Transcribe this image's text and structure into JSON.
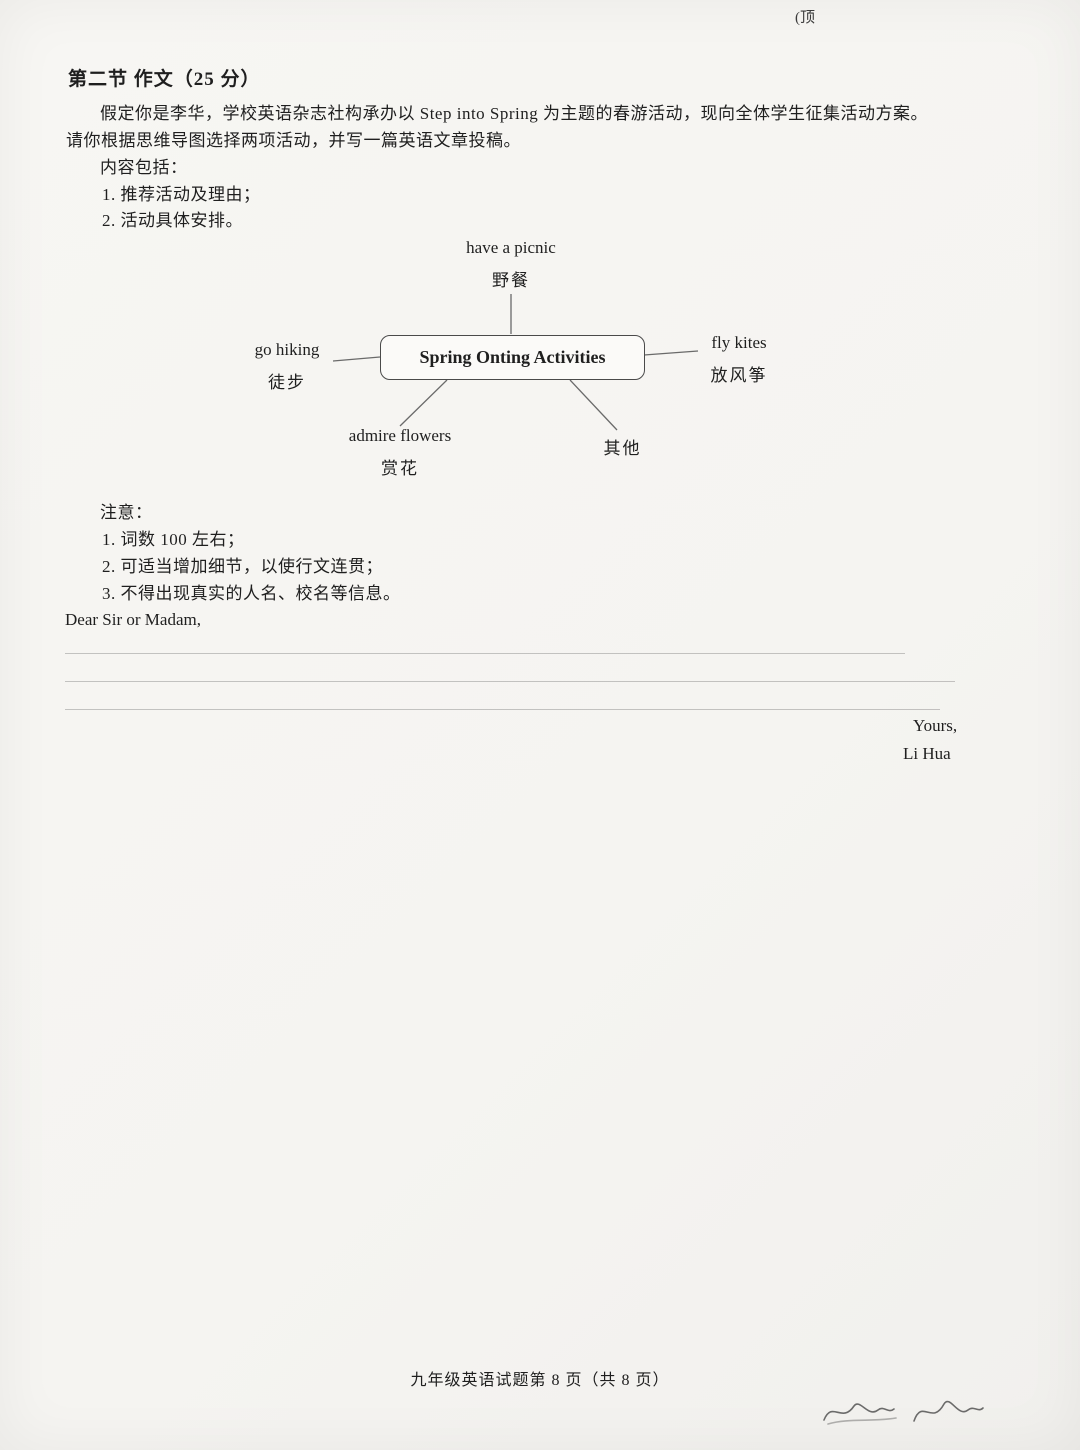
{
  "page": {
    "corner_note": "(顶",
    "footer": "九年级英语试题第 8 页（共 8 页）"
  },
  "task": {
    "heading": "第二节 作文（25 分）",
    "intro_line1": "假定你是李华，学校英语杂志社构承办以 Step into Spring 为主题的春游活动，现向全体学生征集活动方案。",
    "intro_line2": "请你根据思维导图选择两项活动，并写一篇英语文章投稿。",
    "content_label": "内容包括：",
    "content_items": [
      "1. 推荐活动及理由；",
      "2. 活动具体安排。"
    ],
    "notes_label": "注意：",
    "notes_items": [
      "1. 词数 100 左右；",
      "2. 可适当增加细节，以使行文连贯；",
      "3. 不得出现真实的人名、校名等信息。"
    ]
  },
  "mindmap": {
    "center": "Spring Onting Activities",
    "top": {
      "en": "have a picnic",
      "zh": "野餐"
    },
    "left": {
      "en": "go hiking",
      "zh": "徒步"
    },
    "right": {
      "en": "fly kites",
      "zh": "放风筝"
    },
    "bottom_left": {
      "en": "admire flowers",
      "zh": "赏花"
    },
    "bottom_right": {
      "en": "",
      "zh": "其他"
    }
  },
  "letter": {
    "salutation": "Dear Sir or Madam,",
    "closing": "Yours,",
    "signature": "Li Hua"
  }
}
